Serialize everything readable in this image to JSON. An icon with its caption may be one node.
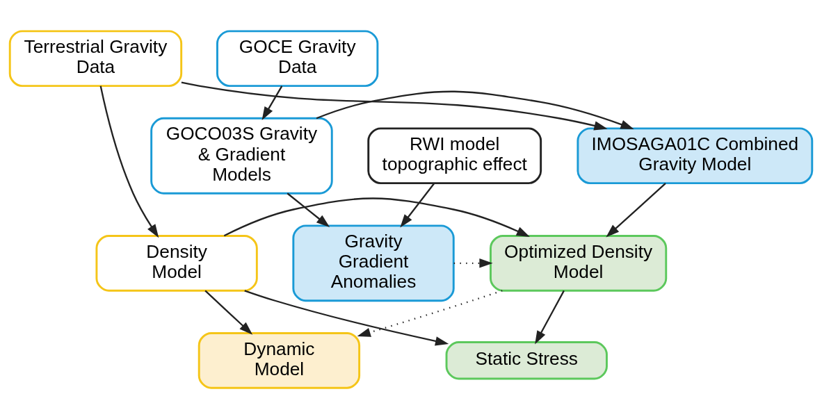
{
  "diagram": {
    "nodes": [
      {
        "text": [
          "Terrestrial Gravity Data"
        ]
      },
      {
        "text": [
          "GOCE Gravity Data"
        ]
      },
      {
        "text": [
          "IMOSAGA01C Combined Gravity Model"
        ]
      },
      {
        "text": [
          "GOCO03S Gravity & Gradient Models"
        ]
      },
      {
        "text": [
          "RWI model topographic effect"
        ]
      },
      {
        "text": [
          "Density Model"
        ]
      },
      {
        "text": [
          "Optimized Density Model"
        ]
      },
      {
        "text": [
          "Gravity Gradient Anomalies"
        ]
      },
      {
        "text": [
          "Dynamic Model"
        ]
      },
      {
        "text": [
          "Static Stress"
        ]
      }
    ],
    "edges": [
      {
        "from": 0,
        "to": 2,
        "arrow": "to"
      },
      {
        "from": 0,
        "to": 5,
        "arrow": "to"
      },
      {
        "from": 1,
        "to": 3,
        "arrow": "to"
      },
      {
        "from": 3,
        "to": 2,
        "arrow": "to"
      },
      {
        "from": 2,
        "to": 6,
        "arrow": "to"
      },
      {
        "from": 3,
        "to": 7,
        "arrow": "to"
      },
      {
        "from": 4,
        "to": 7,
        "arrow": "to"
      },
      {
        "from": 5,
        "to": 6,
        "arrow": "to"
      },
      {
        "from": 7,
        "to": 6,
        "arrow": "to",
        "style": "dashed"
      },
      {
        "from": 5,
        "to": 8,
        "arrow": "to"
      },
      {
        "from": 5,
        "to": 9,
        "arrow": "to"
      },
      {
        "from": 6,
        "to": 8,
        "arrow": "to",
        "style": "dashed"
      },
      {
        "from": 6,
        "to": 9,
        "arrow": "to"
      }
    ]
  }
}
